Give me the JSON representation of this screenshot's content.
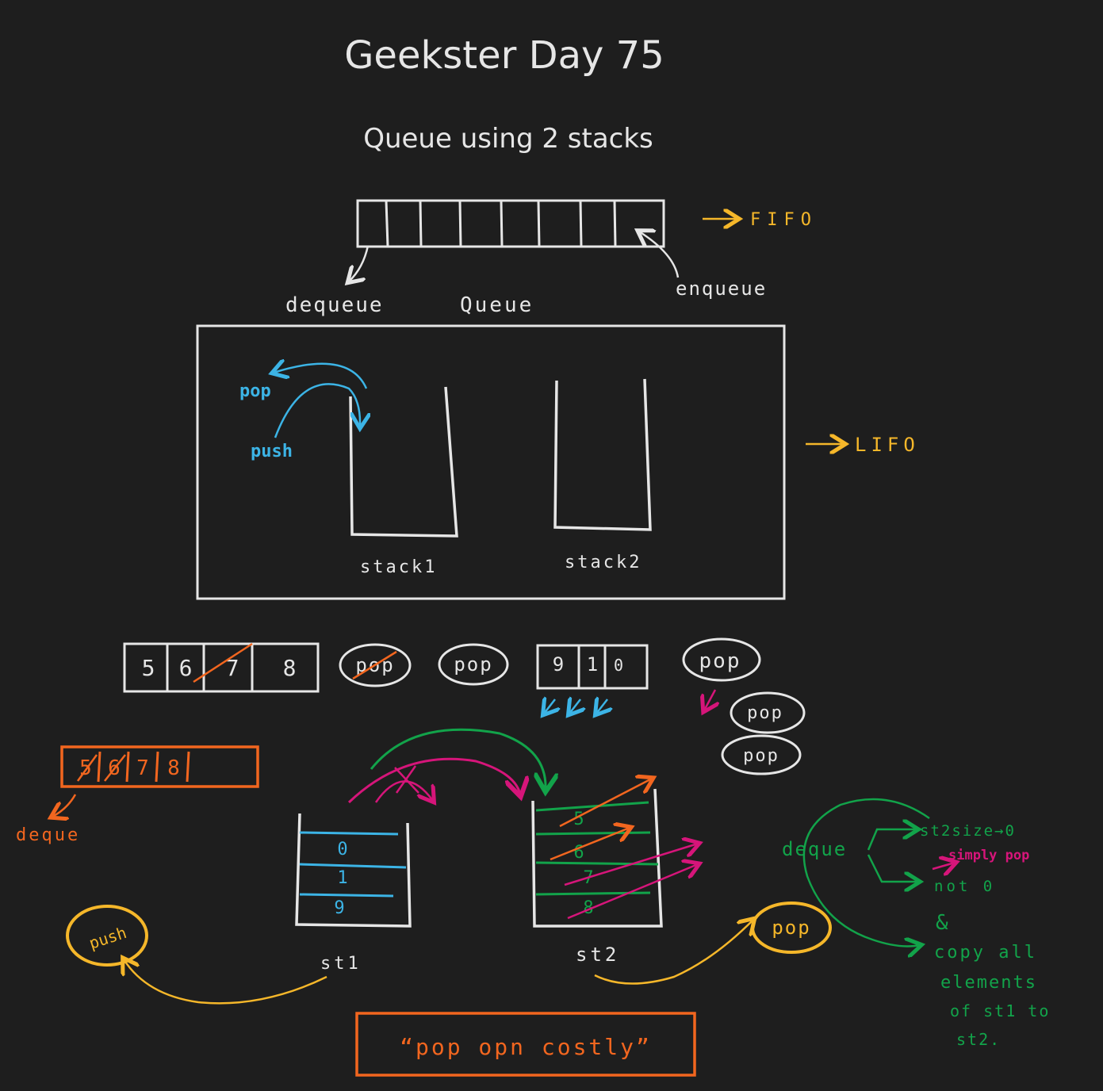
{
  "header": {
    "title": "Geekster Day 75",
    "subtitle": "Queue using 2 stacks"
  },
  "queue_diagram": {
    "fifo_label": "FIFO",
    "dequeue_label": "dequeue",
    "queue_label": "Queue",
    "enqueue_label": "enqueue"
  },
  "stack_diagram": {
    "lifo_label": "LIFO",
    "pop_label": "pop",
    "push_label": "push",
    "stack1_label": "stack1",
    "stack2_label": "stack2"
  },
  "example_row": {
    "queue_a": [
      "5",
      "6",
      "7",
      "8"
    ],
    "pop_ovals": [
      "pop",
      "pop"
    ],
    "queue_b": [
      "9",
      "1",
      "0"
    ],
    "pop_group": [
      "pop",
      "pop",
      "pop"
    ]
  },
  "lower": {
    "deque_box": [
      "5",
      "6",
      "7",
      "8"
    ],
    "deque_label": "deque",
    "push_oval": "push",
    "st1_values": [
      "0",
      "1",
      "9"
    ],
    "st1_label": "st1",
    "st2_values": [
      "5",
      "6",
      "7",
      "8"
    ],
    "st2_label": "st2",
    "pop_oval": "pop",
    "note": "“pop opn costly”"
  },
  "deque_logic": {
    "root": "deque",
    "branch_empty": "st2size→0",
    "simply_pop": "simply pop",
    "branch_not": "not 0",
    "and_symbol": "&",
    "copy_lines": [
      "copy all",
      "elements",
      "of st1 to",
      "st2."
    ]
  },
  "colors": {
    "background": "#1e1e1e",
    "ink": "#e6e6e6",
    "yellow": "#f5b72a",
    "blue": "#3cb4e6",
    "orange": "#f2661f",
    "magenta": "#d6157a",
    "green": "#12a34a"
  }
}
